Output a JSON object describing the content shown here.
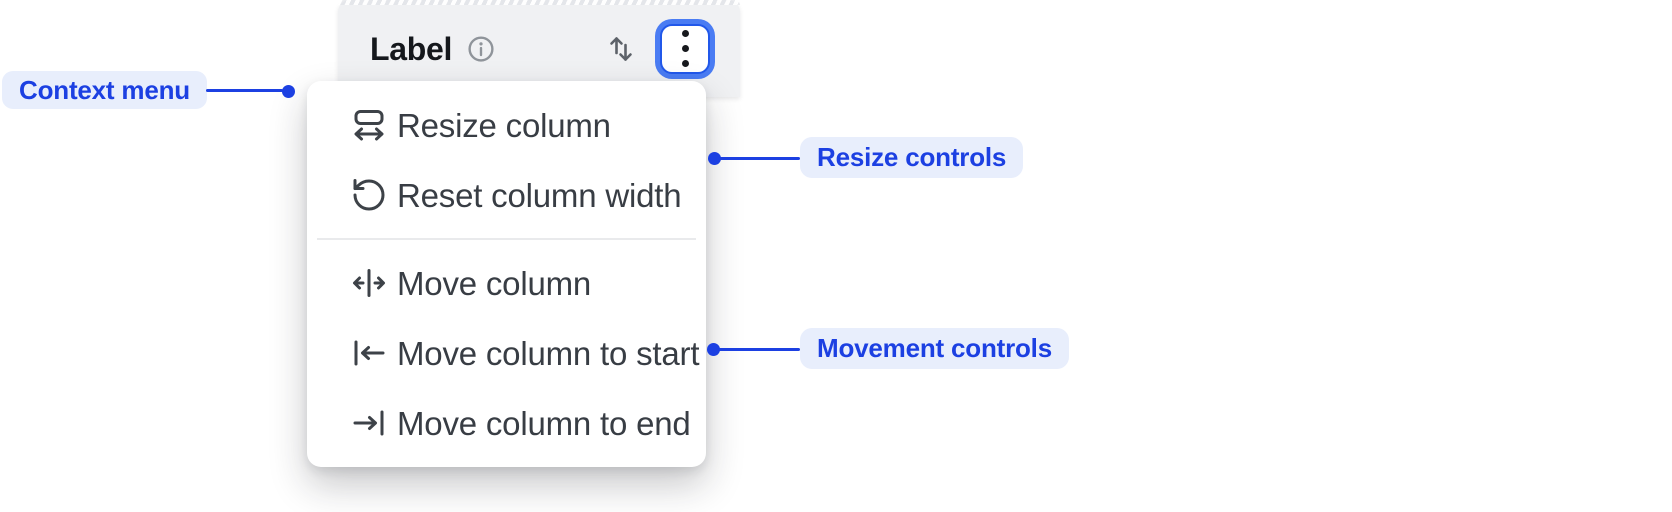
{
  "column_header": {
    "label": "Label",
    "info_icon": "info",
    "sort_icon": "sort-ascending-descending",
    "more_options_icon": "kebab-vertical-dots"
  },
  "context_menu": {
    "items": [
      {
        "label": "Resize column",
        "icon": "resize-column"
      },
      {
        "label": "Reset column width",
        "icon": "reset-column-width"
      },
      {
        "label": "Move column",
        "icon": "move-column"
      },
      {
        "label": "Move column to start",
        "icon": "move-column-to-start"
      },
      {
        "label": "Move column to end",
        "icon": "move-column-to-end"
      }
    ],
    "divider_after_index": 1
  },
  "annotations": {
    "context_menu": {
      "label": "Context menu"
    },
    "resize_controls": {
      "label": "Resize controls"
    },
    "movement_controls": {
      "label": "Movement controls"
    }
  },
  "colors": {
    "annotation_accent": "#1c40e2",
    "annotation_background": "#e8eefc",
    "header_background": "#f0f1f3",
    "focus_ring_outer": "#4a7cf3",
    "focus_ring_border": "#2158ea",
    "menu_text": "#383d44",
    "menu_icon": "#3d4248"
  }
}
